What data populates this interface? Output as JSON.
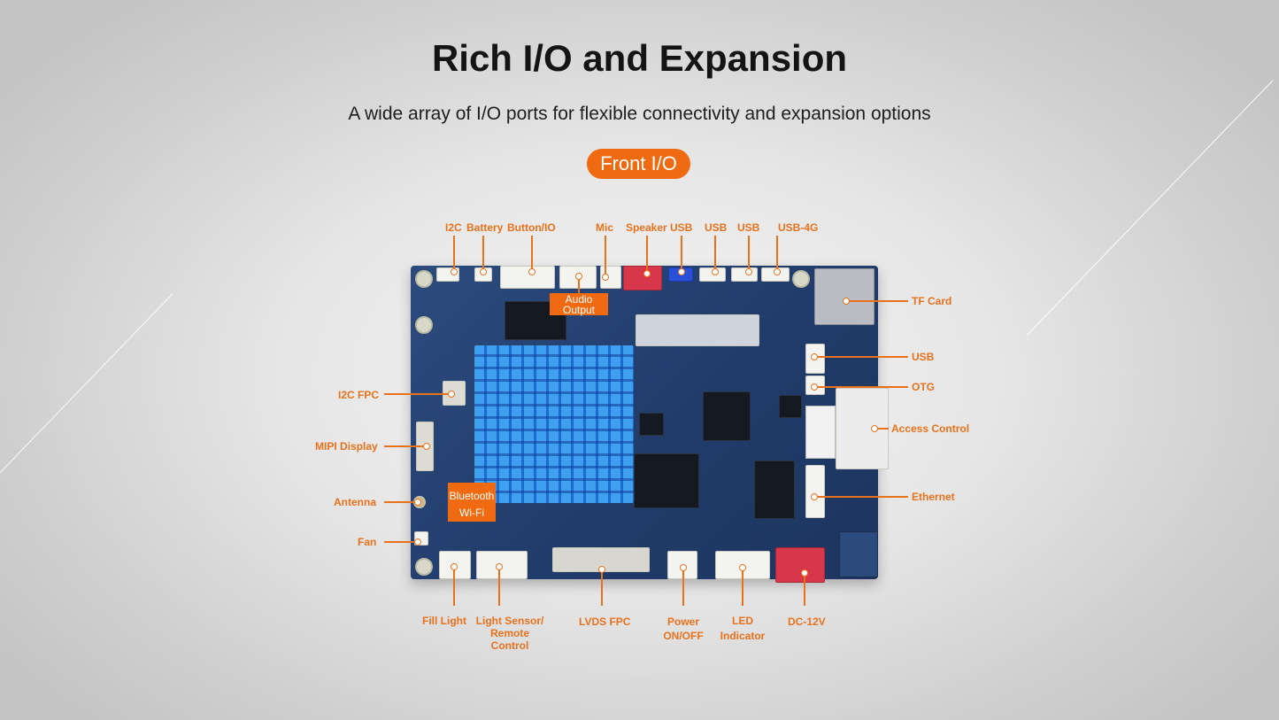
{
  "header": {
    "title": "Rich I/O and Expansion",
    "subtitle": "A wide array of I/O ports for flexible connectivity and expansion options",
    "section_badge": "Front I/O"
  },
  "board_tags": {
    "audio_output": "Audio Output",
    "bluetooth": "Bluetooth",
    "wifi": "Wi-Fi"
  },
  "labels": {
    "i2c": "I2C",
    "battery": "Battery",
    "button_io": "Button/IO",
    "mic": "Mic",
    "speaker": "Speaker",
    "usb_top1": "USB",
    "usb_top2": "USB",
    "usb_top3": "USB",
    "usb_4g": "USB-4G",
    "tf_card": "TF Card",
    "usb_right": "USB",
    "otg": "OTG",
    "access_control": "Access Control",
    "ethernet": "Ethernet",
    "i2c_fpc": "I2C FPC",
    "mipi_display": "MIPI Display",
    "antenna": "Antenna",
    "fan": "Fan",
    "fill_light": "Fill Light",
    "light_sensor_1": "Light Sensor/",
    "light_sensor_2": "Remote",
    "light_sensor_3": "Control",
    "lvds_fpc": "LVDS FPC",
    "power_1": "Power",
    "power_2": "ON/OFF",
    "led_1": "LED",
    "led_2": "Indicator",
    "dc": "DC-12V"
  },
  "colors": {
    "accent": "#ef6a10",
    "label": "#e8721c",
    "heatsink": "#2a8be6",
    "pcb": "#223f6e"
  }
}
